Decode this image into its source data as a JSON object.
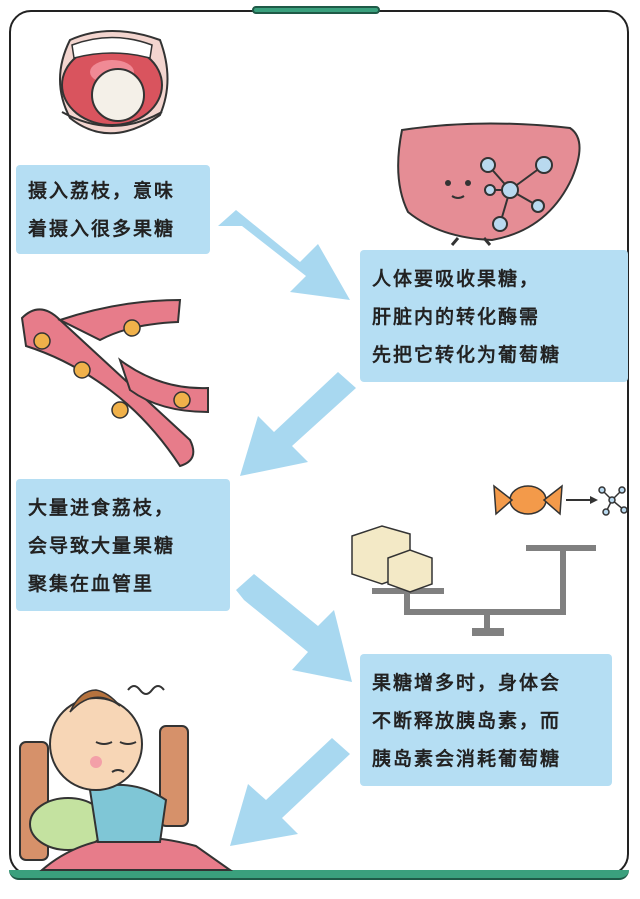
{
  "steps": [
    {
      "lines": [
        "摄入荔枝，意味",
        "着摄入很多果糖"
      ]
    },
    {
      "lines": [
        "人体要吸收果糖，",
        "肝脏内的转化酶需",
        "先把它转化为葡萄糖"
      ]
    },
    {
      "lines": [
        "大量进食荔枝，",
        "会导致大量果糖",
        "聚集在血管里"
      ]
    },
    {
      "lines": [
        "果糖增多时，身体会",
        "不断释放胰岛素，而",
        "胰岛素会消耗葡萄糖"
      ]
    }
  ],
  "colors": {
    "text_box": "#b5def3",
    "arrow": "#a8d8f0",
    "frame_accent": "#3aa07d",
    "vessel": "#e77c8a",
    "fat_dot": "#f0b14a",
    "liver": "#e58d95",
    "candy": "#f39a4a"
  },
  "icons": [
    "mouth-with-lychee",
    "liver-character",
    "blood-vessel",
    "scale-with-sugar-cubes",
    "candy-to-molecule",
    "sick-baby-in-bed"
  ]
}
